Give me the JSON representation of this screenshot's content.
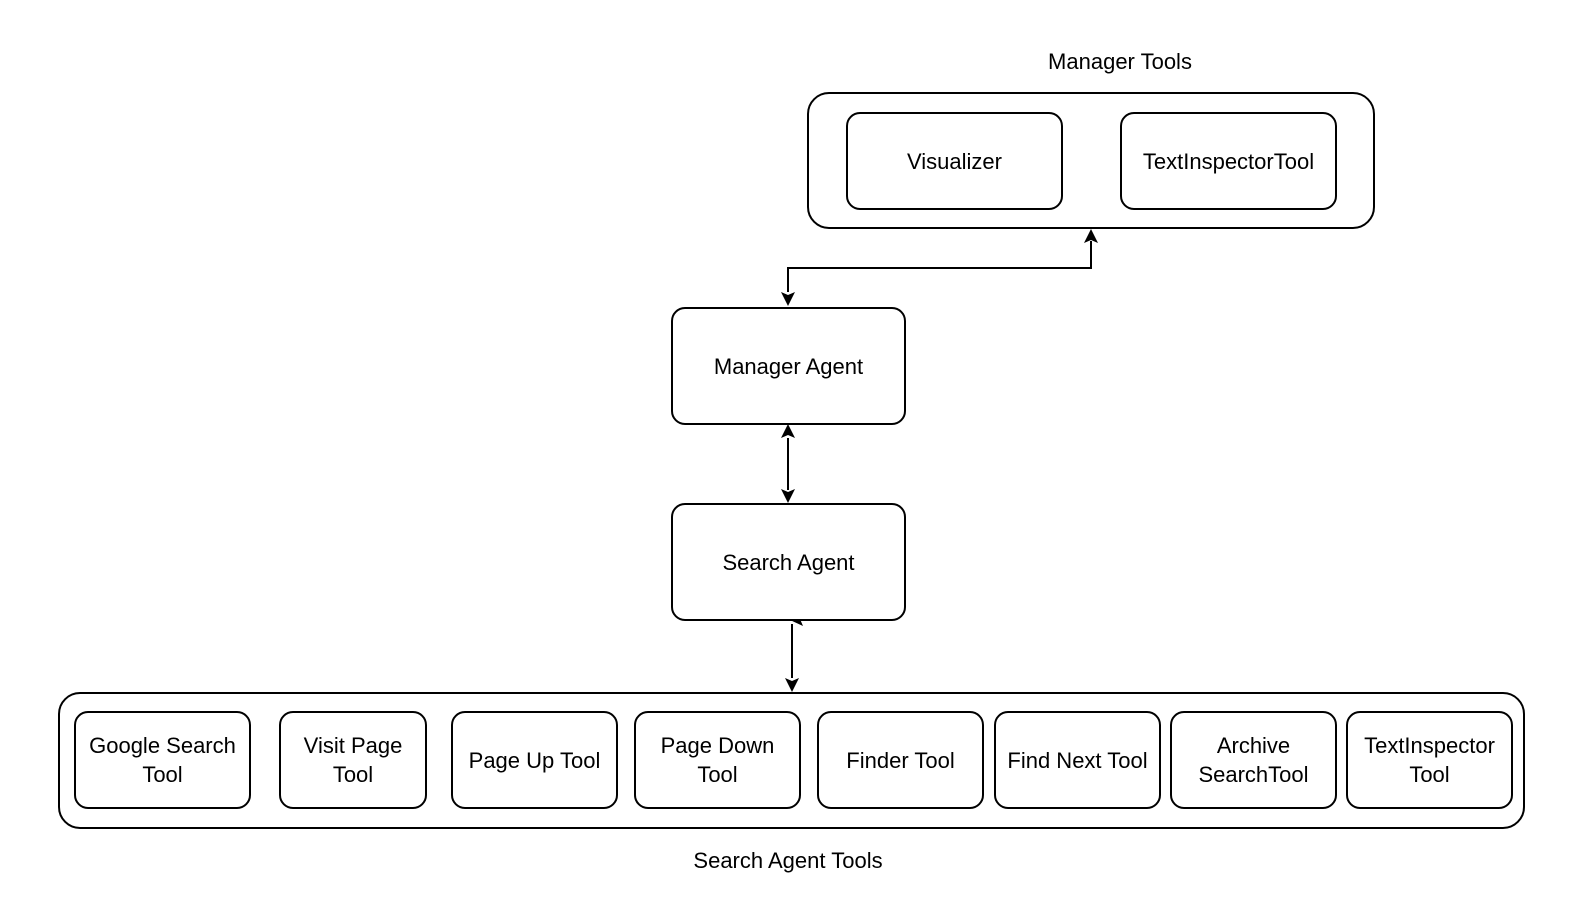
{
  "manager_tools": {
    "caption": "Manager Tools",
    "items": [
      "Visualizer",
      "TextInspectorTool"
    ]
  },
  "manager_agent": {
    "label": "Manager Agent"
  },
  "search_agent": {
    "label": "Search Agent"
  },
  "search_agent_tools": {
    "caption": "Search Agent Tools",
    "items": [
      "Google Search\nTool",
      "Visit Page\nTool",
      "Page Up Tool",
      "Page Down\nTool",
      "Finder Tool",
      "Find Next Tool",
      "Archive\nSearchTool",
      "TextInspector\nTool"
    ]
  },
  "edges": [
    {
      "from": "manager_agent",
      "to": "manager_tools",
      "direction": "bidirectional"
    },
    {
      "from": "manager_agent",
      "to": "search_agent",
      "direction": "bidirectional"
    },
    {
      "from": "search_agent",
      "to": "search_agent_tools",
      "direction": "bidirectional"
    }
  ],
  "colors": {
    "stroke": "#000000",
    "fill": "#ffffff",
    "text": "#000000"
  }
}
